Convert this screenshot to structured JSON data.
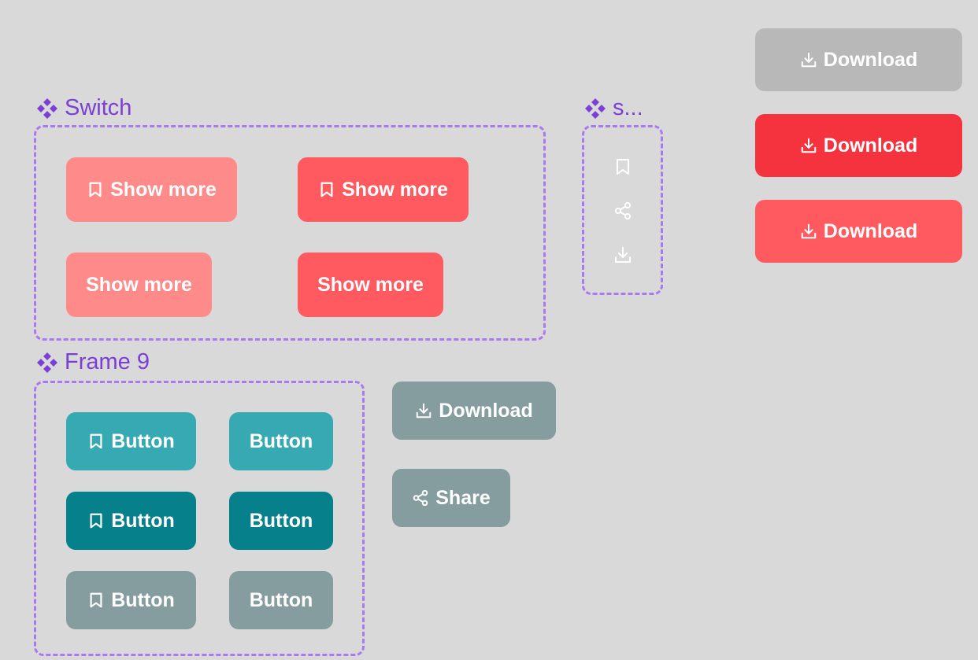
{
  "colors": {
    "canvas": "#d9d9d9",
    "component_purple": "#7b3fd6",
    "frame_dash": "#a979f0",
    "red_light": "#ff8a8a",
    "red_medium": "#fe5a5f",
    "red_strong": "#f5333f",
    "gray_disabled": "#b8b8b8",
    "teal": "#36a9b3",
    "teal_dark": "#06808a",
    "slate": "#859d9f",
    "icon_white": "#ffffff"
  },
  "components": {
    "switch": {
      "label": "Switch"
    },
    "icon_set": {
      "label": "s..."
    },
    "frame9": {
      "label": "Frame 9"
    }
  },
  "switch_buttons": [
    {
      "label": "Show more",
      "icon": "bookmark-icon",
      "variant": "red-light"
    },
    {
      "label": "Show more",
      "icon": "bookmark-icon",
      "variant": "red-medium"
    },
    {
      "label": "Show more",
      "icon": null,
      "variant": "red-light"
    },
    {
      "label": "Show more",
      "icon": null,
      "variant": "red-medium"
    }
  ],
  "icon_set_icons": [
    "bookmark-icon",
    "share-icon",
    "download-icon"
  ],
  "frame9_buttons": [
    {
      "label": "Button",
      "icon": "bookmark-icon",
      "variant": "teal"
    },
    {
      "label": "Button",
      "icon": null,
      "variant": "teal"
    },
    {
      "label": "Button",
      "icon": "bookmark-icon",
      "variant": "teal-dark"
    },
    {
      "label": "Button",
      "icon": null,
      "variant": "teal-dark"
    },
    {
      "label": "Button",
      "icon": "bookmark-icon",
      "variant": "slate"
    },
    {
      "label": "Button",
      "icon": null,
      "variant": "slate"
    }
  ],
  "standalone_buttons": {
    "download_slate": {
      "label": "Download",
      "icon": "download-icon"
    },
    "share_slate": {
      "label": "Share",
      "icon": "share-icon"
    },
    "download_gray": {
      "label": "Download",
      "icon": "download-icon"
    },
    "download_red_strong": {
      "label": "Download",
      "icon": "download-icon"
    },
    "download_red_medium": {
      "label": "Download",
      "icon": "download-icon"
    }
  }
}
